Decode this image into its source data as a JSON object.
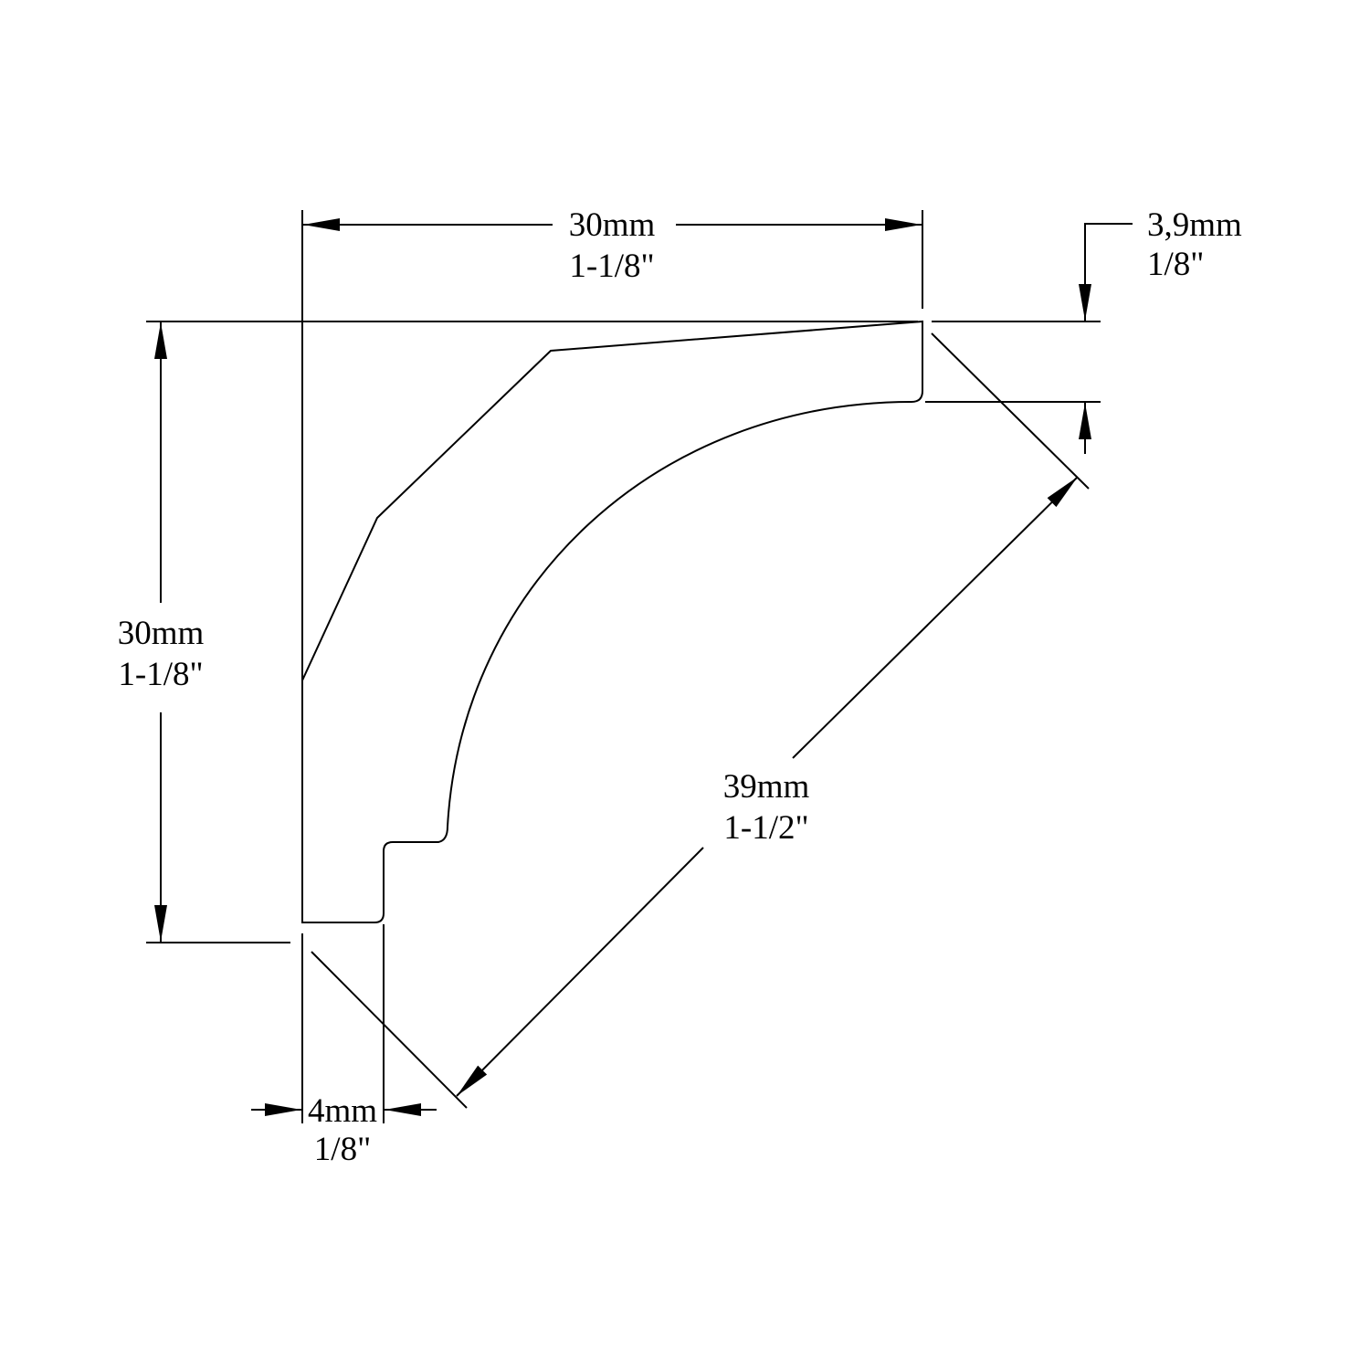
{
  "dimensions": {
    "top_width": {
      "mm": "30mm",
      "inch": "1-1/8\""
    },
    "left_height": {
      "mm": "30mm",
      "inch": "1-1/8\""
    },
    "top_lip": {
      "mm": "3,9mm",
      "inch": "1/8\""
    },
    "diagonal": {
      "mm": "39mm",
      "inch": "1-1/2\""
    },
    "bottom_lip": {
      "mm": "4mm",
      "inch": "1/8\""
    }
  },
  "colors": {
    "line": "#000000",
    "background": "#ffffff"
  }
}
